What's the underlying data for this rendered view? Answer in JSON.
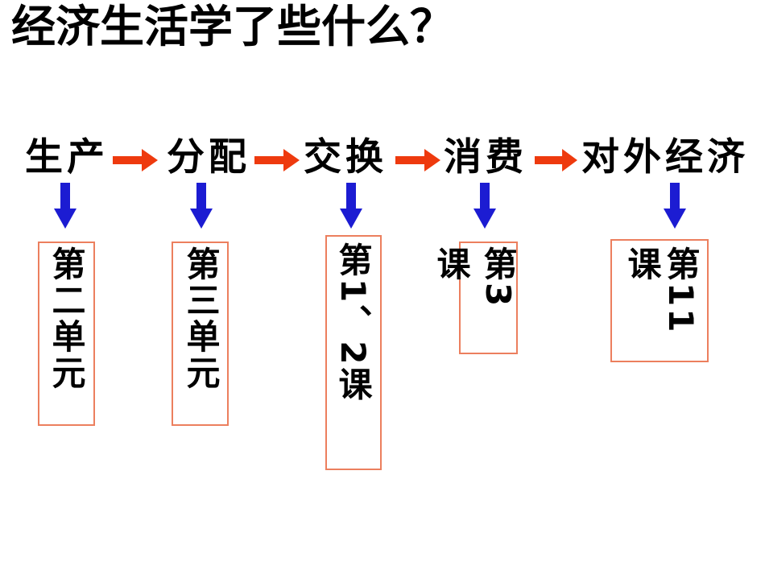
{
  "slide": {
    "title": "经济生活学了些什么？",
    "flow_nodes": [
      {
        "label": "生产"
      },
      {
        "label": "分配"
      },
      {
        "label": "交换"
      },
      {
        "label": "消费"
      },
      {
        "label": "对外经济"
      }
    ],
    "boxes": [
      {
        "id": "unit-2",
        "columns": [
          "第二单元"
        ]
      },
      {
        "id": "unit-3",
        "columns": [
          "第三单元"
        ]
      },
      {
        "id": "lessons-1-2",
        "columns": [
          "第1、2课"
        ]
      },
      {
        "id": "lesson-3",
        "columns": [
          "第3",
          "课"
        ]
      },
      {
        "id": "lesson-11",
        "columns": [
          "第11",
          "课"
        ]
      }
    ],
    "colors": {
      "flow_arrow": "#ee3a0e",
      "down_arrow": "#1c1cd2",
      "box_border": "#ec7f5e",
      "text": "#000000",
      "background": "#ffffff"
    }
  }
}
